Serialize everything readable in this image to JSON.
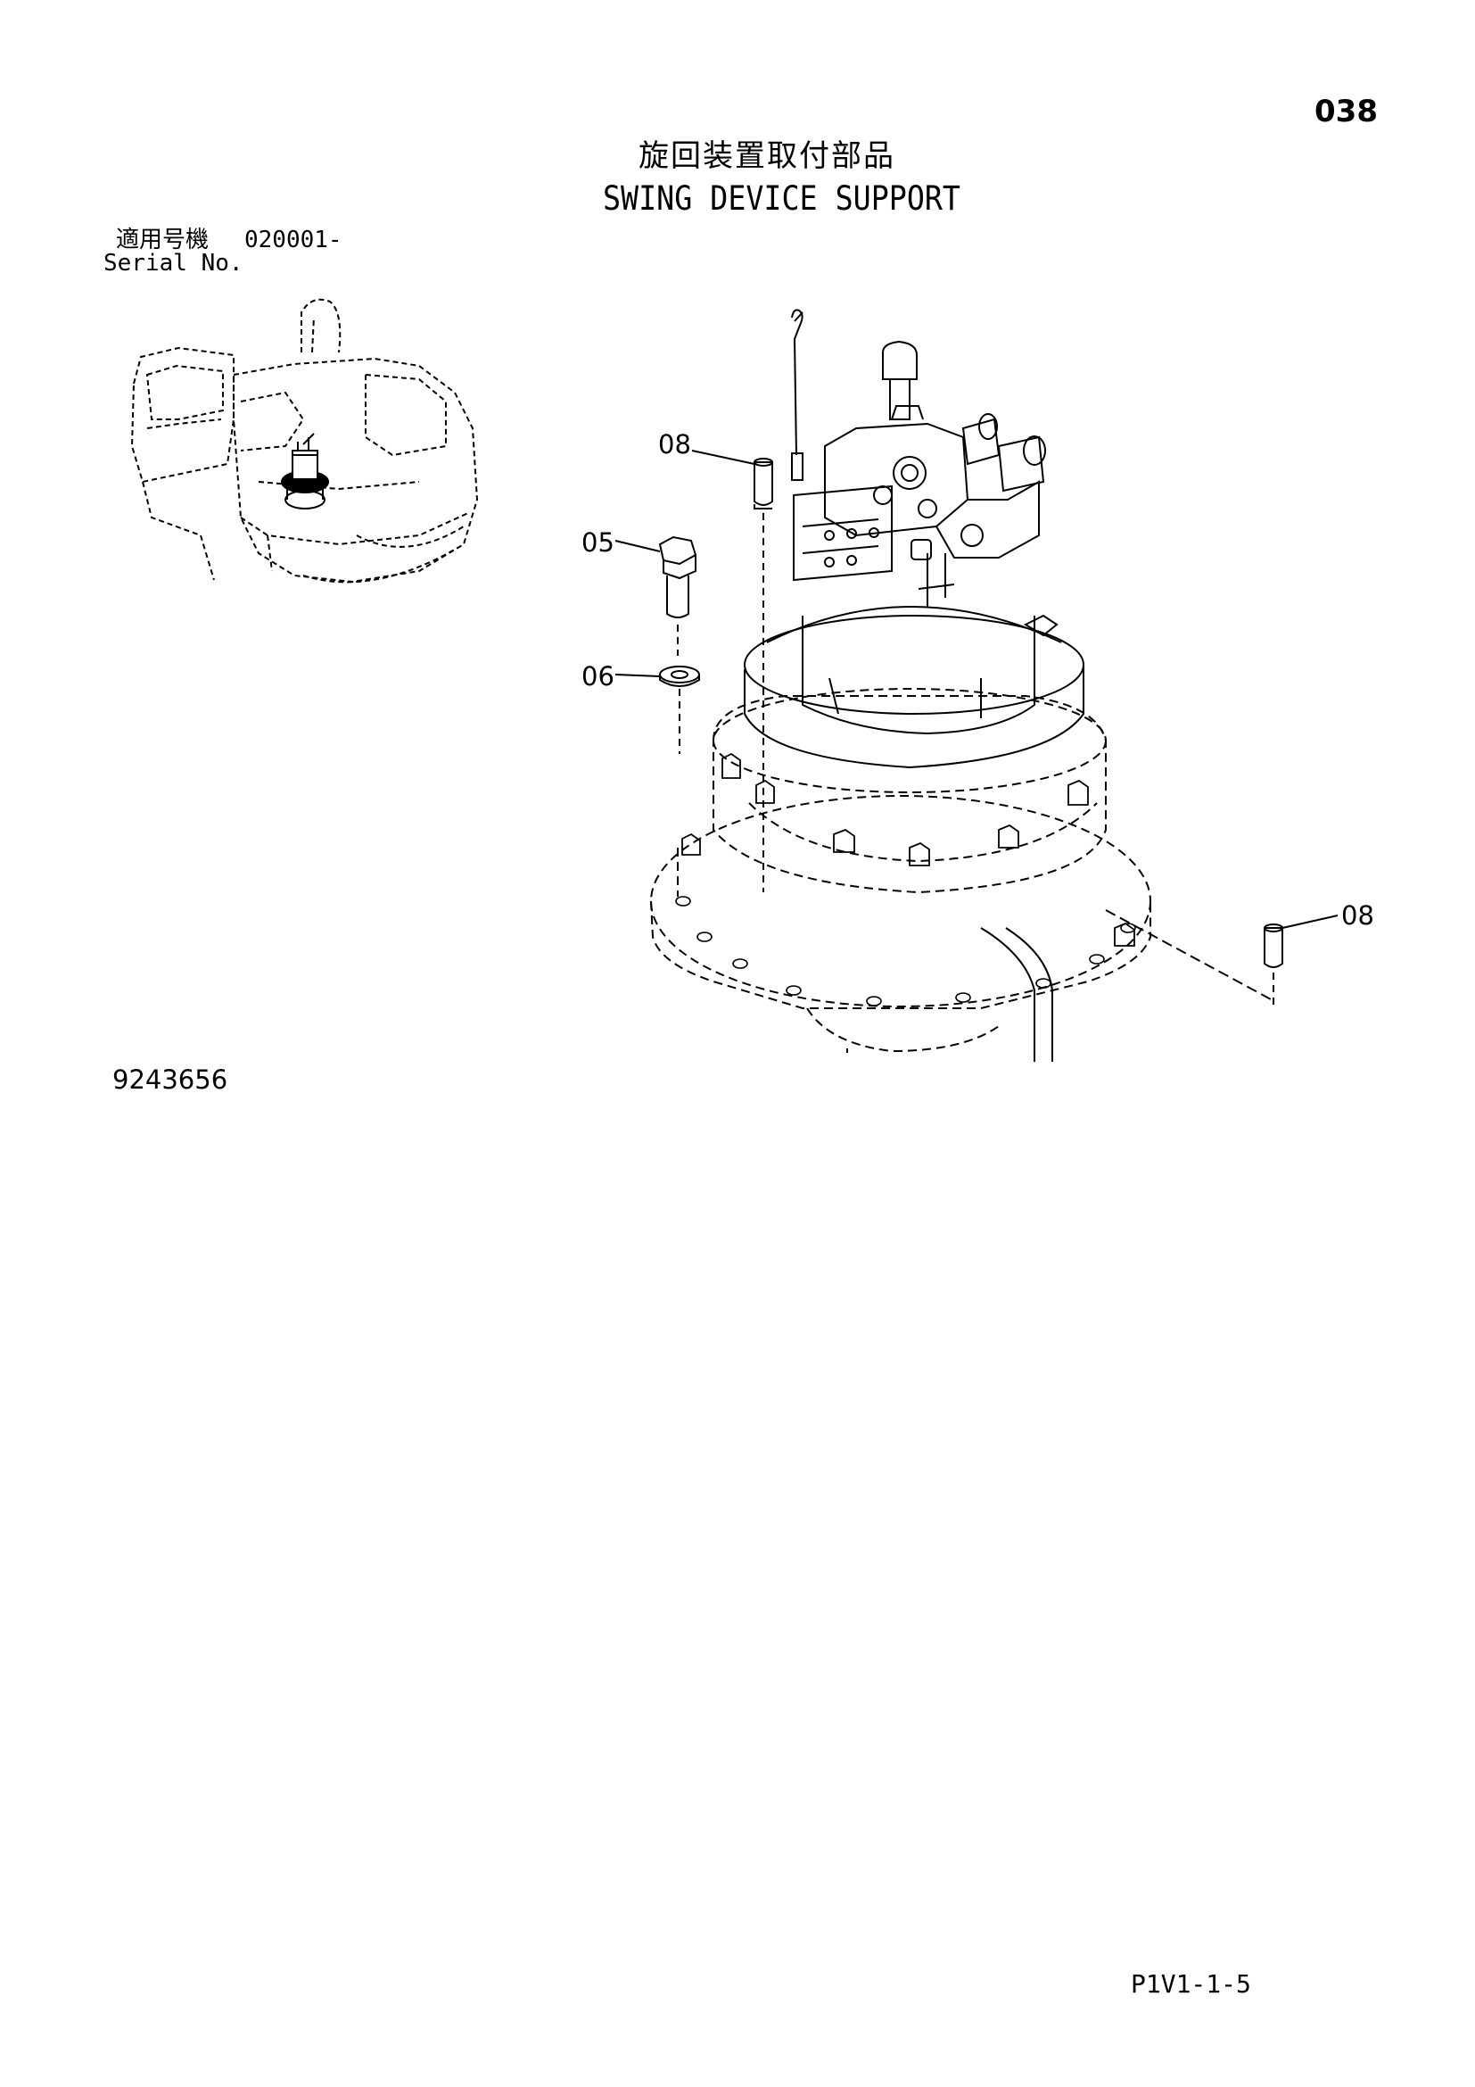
{
  "header": {
    "page_number": "038",
    "title_jp": "旋回装置取付部品",
    "title_en": "SWING DEVICE SUPPORT"
  },
  "serial": {
    "label_jp": "適用号機",
    "range": "020001-",
    "label_en": "Serial No."
  },
  "callouts": {
    "c1": "08",
    "c2": "05",
    "c3": "06",
    "c4": "08"
  },
  "footer": {
    "drawing_number": "9243656",
    "page_code": "P1V1-1-5"
  }
}
